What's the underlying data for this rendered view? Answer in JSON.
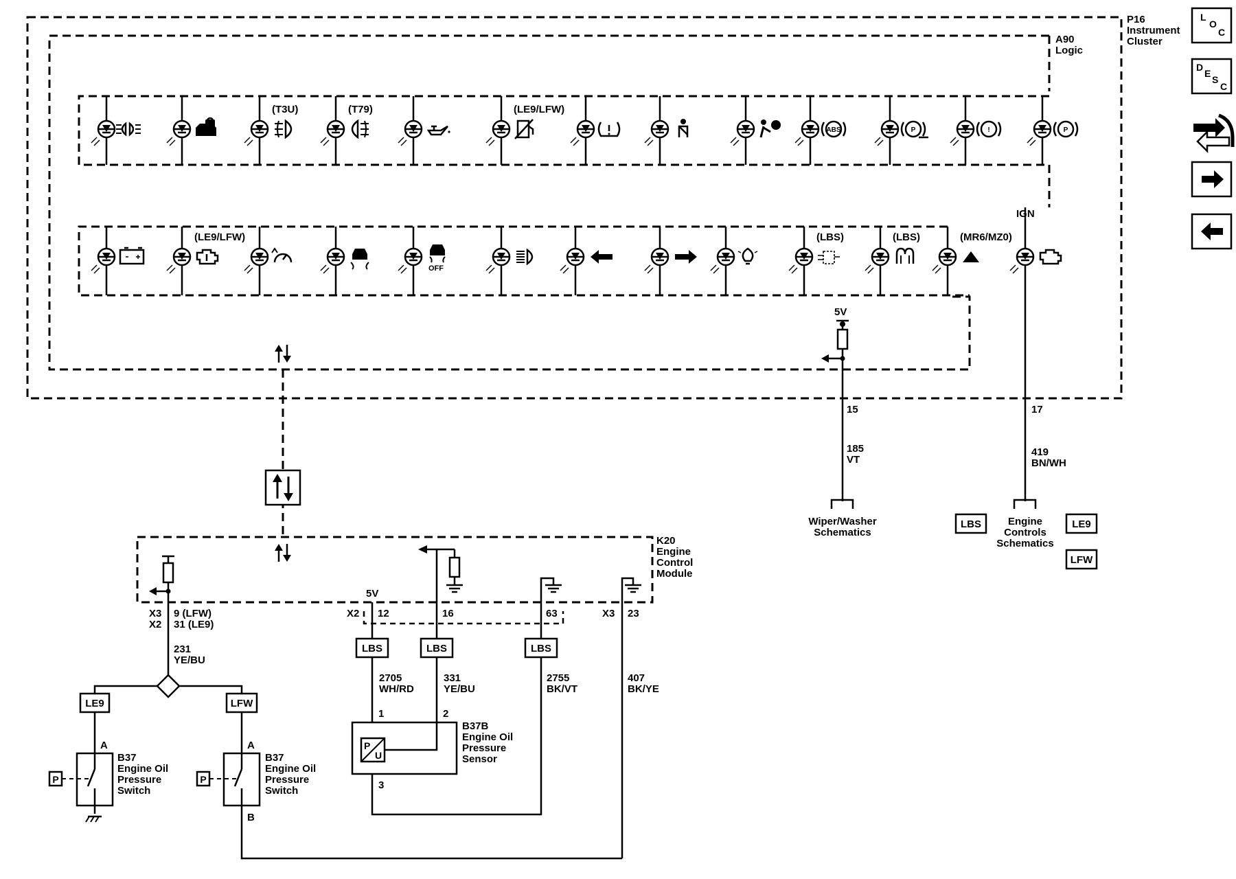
{
  "cluster": {
    "ref": "P16",
    "name_line1": "Instrument",
    "name_line2": "Cluster",
    "logic_ref": "A90",
    "logic_name": "Logic",
    "ign_label": "IGN",
    "top_row": [
      {
        "option": "",
        "icon": "headlamp-icon"
      },
      {
        "option": "",
        "icon": "vehicle-security-icon"
      },
      {
        "option": "(T3U)",
        "icon": "front-fog-lamp-icon"
      },
      {
        "option": "(T79)",
        "icon": "rear-fog-lamp-icon"
      },
      {
        "option": "",
        "icon": "oil-pressure-icon"
      },
      {
        "option": "(LE9/LFW)",
        "icon": "fuel-economy-icon"
      },
      {
        "option": "",
        "icon": "tire-pressure-icon"
      },
      {
        "option": "",
        "icon": "seat-belt-icon"
      },
      {
        "option": "",
        "icon": "airbag-icon"
      },
      {
        "option": "",
        "icon": "abs-icon",
        "text": "ABS"
      },
      {
        "option": "",
        "icon": "park-brake-service-icon",
        "text": "P"
      },
      {
        "option": "",
        "icon": "brake-warning-icon",
        "text": "!"
      },
      {
        "option": "",
        "icon": "park-brake-icon",
        "text": "P"
      }
    ],
    "bottom_row": [
      {
        "option": "",
        "icon": "battery-icon"
      },
      {
        "option": "(LE9/LFW)",
        "icon": "reduced-power-icon"
      },
      {
        "option": "",
        "icon": "cruise-control-icon"
      },
      {
        "option": "",
        "icon": "traction-control-icon"
      },
      {
        "option": "",
        "icon": "traction-off-icon",
        "text": "OFF"
      },
      {
        "option": "",
        "icon": "high-beam-icon"
      },
      {
        "option": "",
        "icon": "turn-left-icon"
      },
      {
        "option": "",
        "icon": "turn-right-icon"
      },
      {
        "option": "",
        "icon": "lamp-out-icon"
      },
      {
        "option": "(LBS)",
        "icon": "water-in-fuel-icon"
      },
      {
        "option": "(LBS)",
        "icon": "glow-plug-icon"
      },
      {
        "option": "(MR6/MZ0)",
        "icon": "upshift-icon"
      },
      {
        "option": "",
        "icon": "check-engine-icon"
      }
    ]
  },
  "ecm": {
    "ref": "K20",
    "name_line1": "Engine",
    "name_line2": "Control",
    "name_line3": "Module",
    "v5": "5V",
    "x3_label": "X3",
    "x2_label": "X2",
    "pin_x3_9": "9 (LFW)",
    "pin_x2_31": "31 (LE9)",
    "x2_b": "X2",
    "pin12": "12",
    "pin16": "16",
    "pin63": "63",
    "x3_b": "X3",
    "pin23": "23"
  },
  "wiper": {
    "v5": "5V",
    "pin": "15",
    "circuit": "185",
    "color": "VT",
    "dest_line1": "Wiper/Washer",
    "dest_line2": "Schematics"
  },
  "engine_controls": {
    "pin": "17",
    "circuit": "419",
    "color": "BN/WH",
    "dest_line1": "Engine",
    "dest_line2": "Controls",
    "dest_line3": "Schematics",
    "tag_lbs": "LBS",
    "tag_le9": "LE9",
    "tag_lfw": "LFW"
  },
  "wires": {
    "w231": "231",
    "w231_color": "YE/BU",
    "w2705": "2705",
    "w2705_color": "WH/RD",
    "w331": "331",
    "w331_color": "YE/BU",
    "w2755": "2755",
    "w2755_color": "BK/VT",
    "w407": "407",
    "w407_color": "BK/YE"
  },
  "tags": {
    "le9": "LE9",
    "lfw": "LFW",
    "lbs1": "LBS",
    "lbs2": "LBS",
    "lbs3": "LBS"
  },
  "switch_le9": {
    "pin_a": "A",
    "ref": "B37",
    "name_line1": "Engine Oil",
    "name_line2": "Pressure",
    "name_line3": "Switch",
    "p_symbol": "P"
  },
  "switch_lfw": {
    "pin_a": "A",
    "pin_b": "B",
    "ref": "B37",
    "name_line1": "Engine Oil",
    "name_line2": "Pressure",
    "name_line3": "Switch",
    "p_symbol": "P"
  },
  "sensor": {
    "pin1": "1",
    "pin2": "2",
    "pin3": "3",
    "ref": "B37B",
    "name_line1": "Engine Oil",
    "name_line2": "Pressure",
    "name_line3": "Sensor",
    "p_symbol": "P",
    "u_symbol": "U"
  },
  "nav": {
    "loc_l": "L",
    "loc_o": "O",
    "loc_c": "C",
    "desc_d": "D",
    "desc_e": "E",
    "desc_s": "S",
    "desc_c": "C"
  }
}
